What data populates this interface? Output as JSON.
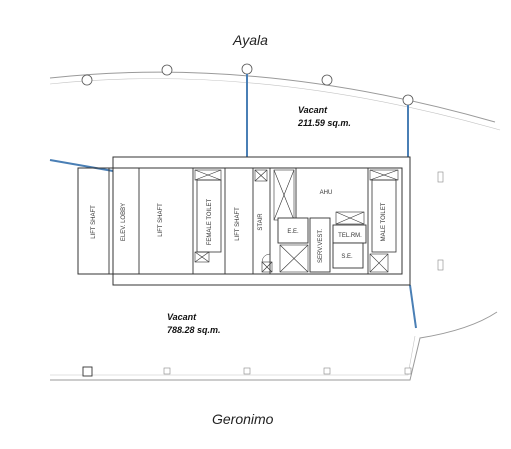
{
  "streets": {
    "north": "Ayala",
    "south": "Geronimo"
  },
  "vacant_north": {
    "title": "Vacant",
    "area": "211.59 sq.m."
  },
  "vacant_south": {
    "title": "Vacant",
    "area": "788.28 sq.m."
  },
  "rooms": {
    "lift_shaft_1": "LIFT SHAFT",
    "elev_lobby": "ELEV. LOBBY",
    "lift_shaft_2": "LIFT SHAFT",
    "female_toilet": "FEMALE TOILET",
    "lift_shaft_3": "LIFT SHAFT",
    "stair": "STAIR",
    "ahu": "AHU",
    "ee": "E.E.",
    "serv_vest": "SERV.VEST.",
    "tel_rm": "TEL.RM.",
    "se": "S.E.",
    "male_toilet": "MALE TOILET"
  },
  "colors": {
    "wall": "#333333",
    "outline": "#9a9a9a",
    "partition": "#4a7fb5"
  }
}
